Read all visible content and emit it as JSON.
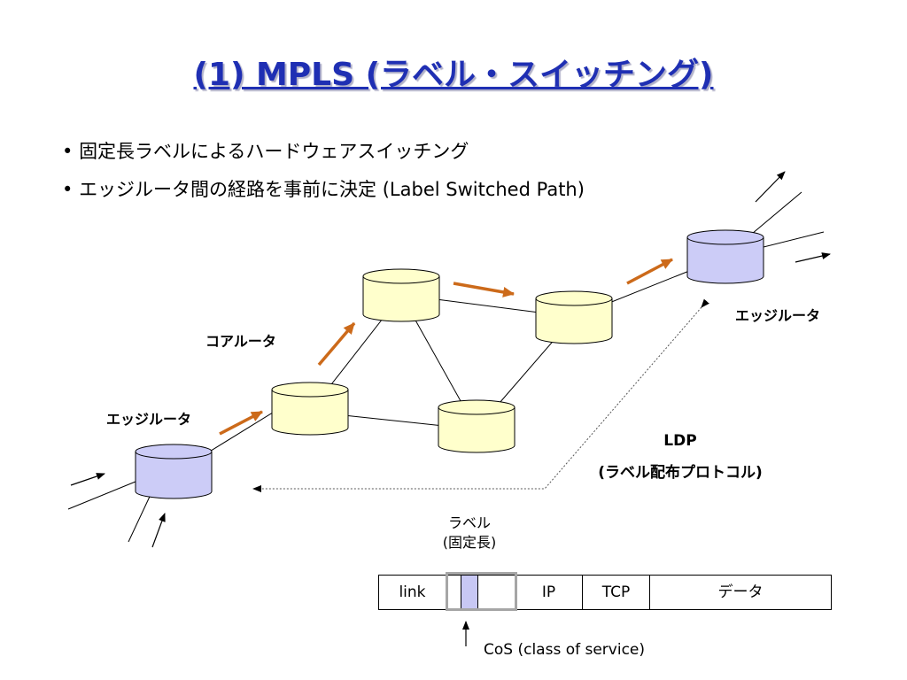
{
  "title": "(1)  MPLS (ラベル・スイッチング)",
  "bullets": [
    "固定長ラベルによるハードウェアスイッチング",
    "エッジルータ間の経路を事前に決定 (Label Switched Path)"
  ],
  "labels": {
    "edge_router_left": "エッジルータ",
    "edge_router_right": "エッジルータ",
    "core_router": "コアルータ",
    "ldp": "LDP",
    "ldp_desc": "(ラベル配布プロトコル)",
    "label_name": "ラベル",
    "label_fixed": "(固定長)",
    "cos": "CoS (class of service)"
  },
  "packet": {
    "cells": [
      "link",
      "",
      "IP",
      "TCP",
      "データ"
    ]
  },
  "colors": {
    "title": "#1f2fb3",
    "edge_router_fill": "#ccccf7",
    "core_router_fill": "#ffffcc",
    "arrow": "#cc6a1a"
  }
}
